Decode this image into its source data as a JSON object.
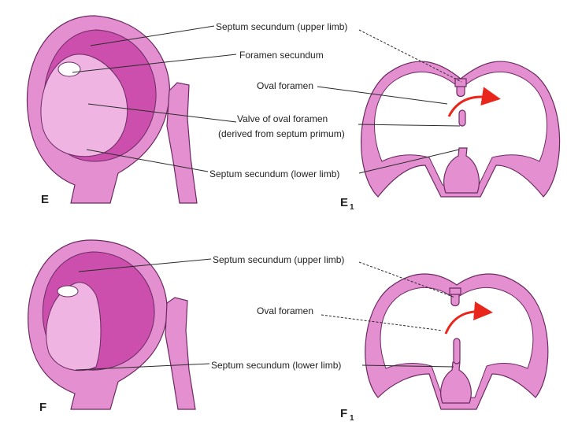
{
  "panels": {
    "E": {
      "letter": "E",
      "labels": {
        "septum_secundum_upper": "Septum secundum (upper limb)",
        "foramen_secundum": "Foramen secundum",
        "valve_line1": "Valve of oval foramen",
        "valve_line2": "(derived from septum primum)",
        "septum_secundum_lower": "Septum secundum (lower limb)"
      }
    },
    "E1": {
      "letter": "E",
      "subscript": "1",
      "labels": {
        "oval_foramen": "Oval foramen"
      }
    },
    "F": {
      "letter": "F",
      "labels": {
        "septum_secundum_upper": "Septum secundum (upper limb)",
        "septum_secundum_lower": "Septum secundum (lower limb)"
      }
    },
    "F1": {
      "letter": "F",
      "subscript": "1",
      "labels": {
        "oval_foramen": "Oval foramen"
      }
    }
  },
  "colors": {
    "tissue": "#e48fd0",
    "tissue_dark": "#cc4fae",
    "outline": "#6b2a63",
    "arrow": "#e8261c"
  }
}
